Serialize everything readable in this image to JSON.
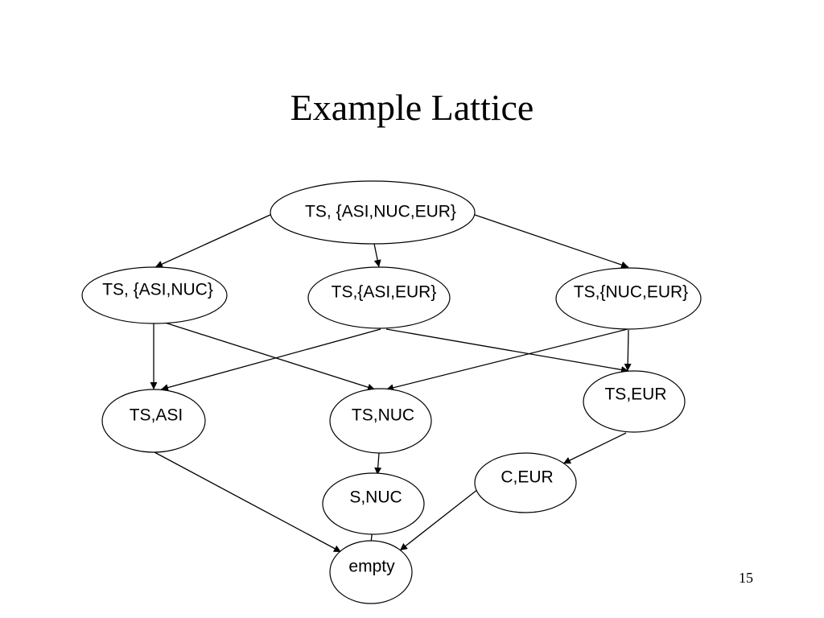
{
  "slide": {
    "title": "Example Lattice",
    "page_number": "15"
  },
  "diagram": {
    "nodes": [
      {
        "id": "n_top",
        "label": "TS, {ASI,NUC,EUR}"
      },
      {
        "id": "n_asi_nuc",
        "label": "TS, {ASI,NUC}"
      },
      {
        "id": "n_asi_eur",
        "label": "TS,{ASI,EUR}"
      },
      {
        "id": "n_nuc_eur",
        "label": "TS,{NUC,EUR}"
      },
      {
        "id": "n_ts_asi",
        "label": "TS,ASI"
      },
      {
        "id": "n_ts_nuc",
        "label": "TS,NUC"
      },
      {
        "id": "n_ts_eur",
        "label": "TS,EUR"
      },
      {
        "id": "n_s_nuc",
        "label": "S,NUC"
      },
      {
        "id": "n_c_eur",
        "label": "C,EUR"
      },
      {
        "id": "n_empty",
        "label": "empty"
      }
    ],
    "edges": [
      {
        "from": "n_top",
        "to": "n_asi_nuc"
      },
      {
        "from": "n_top",
        "to": "n_asi_eur"
      },
      {
        "from": "n_top",
        "to": "n_nuc_eur"
      },
      {
        "from": "n_asi_nuc",
        "to": "n_ts_asi"
      },
      {
        "from": "n_asi_nuc",
        "to": "n_ts_nuc"
      },
      {
        "from": "n_asi_eur",
        "to": "n_ts_asi"
      },
      {
        "from": "n_asi_eur",
        "to": "n_ts_eur"
      },
      {
        "from": "n_nuc_eur",
        "to": "n_ts_nuc"
      },
      {
        "from": "n_nuc_eur",
        "to": "n_ts_eur"
      },
      {
        "from": "n_ts_nuc",
        "to": "n_s_nuc"
      },
      {
        "from": "n_ts_eur",
        "to": "n_c_eur"
      },
      {
        "from": "n_ts_asi",
        "to": "n_empty"
      },
      {
        "from": "n_s_nuc",
        "to": "n_empty"
      },
      {
        "from": "n_c_eur",
        "to": "n_empty"
      }
    ]
  }
}
